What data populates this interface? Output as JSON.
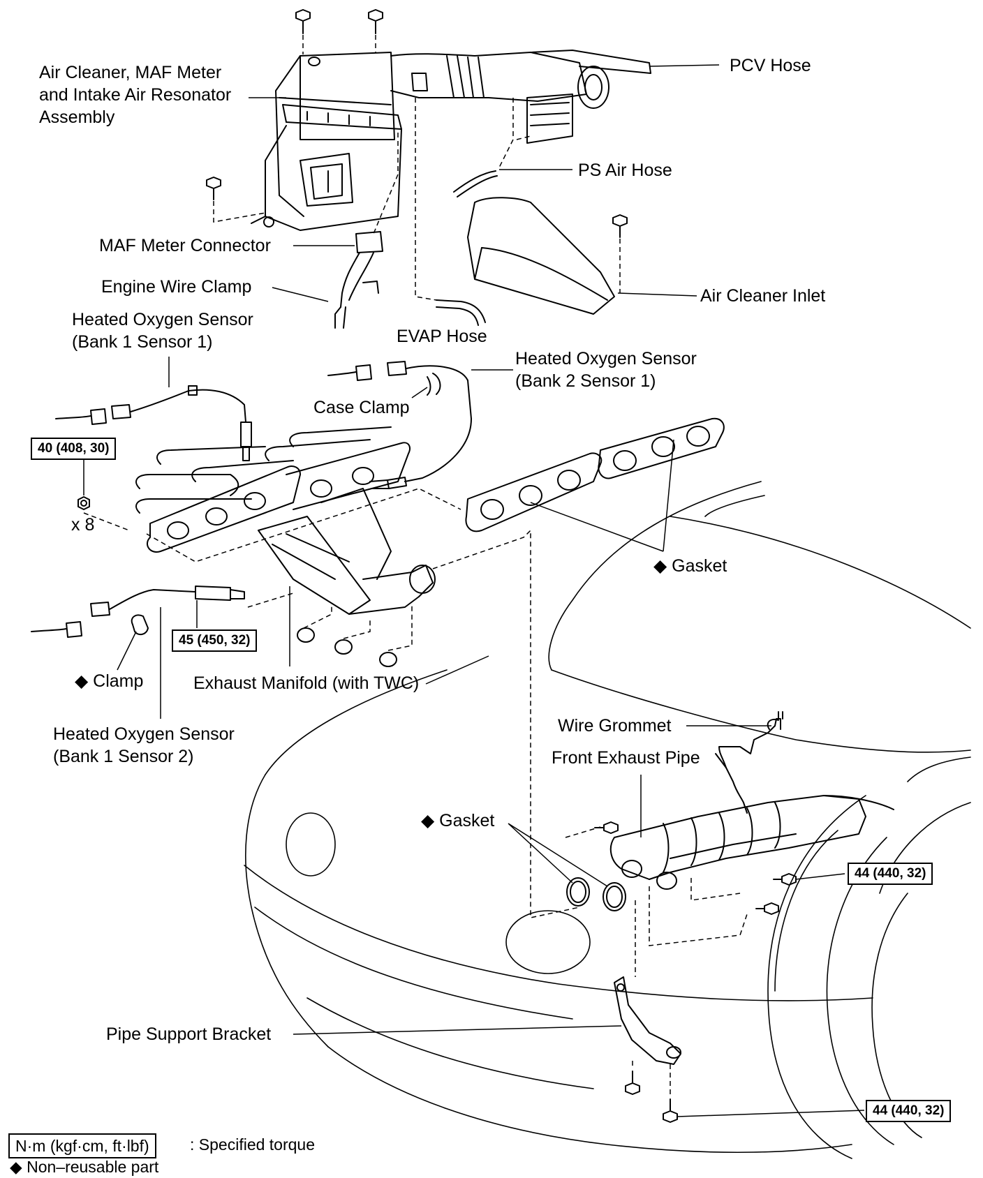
{
  "labels": {
    "air_cleaner": "Air Cleaner, MAF Meter\nand Intake Air Resonator\nAssembly",
    "pcv_hose": "PCV Hose",
    "ps_air_hose": "PS Air Hose",
    "maf_meter_connector": "MAF Meter Connector",
    "engine_wire_clamp": "Engine Wire Clamp",
    "air_cleaner_inlet": "Air Cleaner Inlet",
    "evap_hose": "EVAP Hose",
    "ho2s_b1s1": "Heated Oxygen Sensor\n(Bank 1 Sensor 1)",
    "ho2s_b2s1": "Heated Oxygen Sensor\n(Bank 2 Sensor 1)",
    "case_clamp": "Case Clamp",
    "x8": "x 8",
    "gasket_upper": "◆ Gasket",
    "clamp": "◆ Clamp",
    "exhaust_manifold": "Exhaust Manifold (with TWC)",
    "ho2s_b1s2": "Heated Oxygen Sensor\n(Bank 1 Sensor 2)",
    "wire_grommet": "Wire Grommet",
    "front_exhaust_pipe": "Front Exhaust Pipe",
    "gasket_lower": "◆ Gasket",
    "pipe_support_bracket": "Pipe Support Bracket"
  },
  "torques": {
    "nut_manifold": "40 (408, 30)",
    "sensor_b1s2": "45 (450, 32)",
    "pipe_bolts": "44 (440, 32)",
    "bracket_bolts": "44 (440, 32)"
  },
  "legend": {
    "torque_unit": "N·m (kgf·cm, ft·lbf)",
    "torque_text": ": Specified torque",
    "nonreusable": "◆ Non–reusable part"
  }
}
